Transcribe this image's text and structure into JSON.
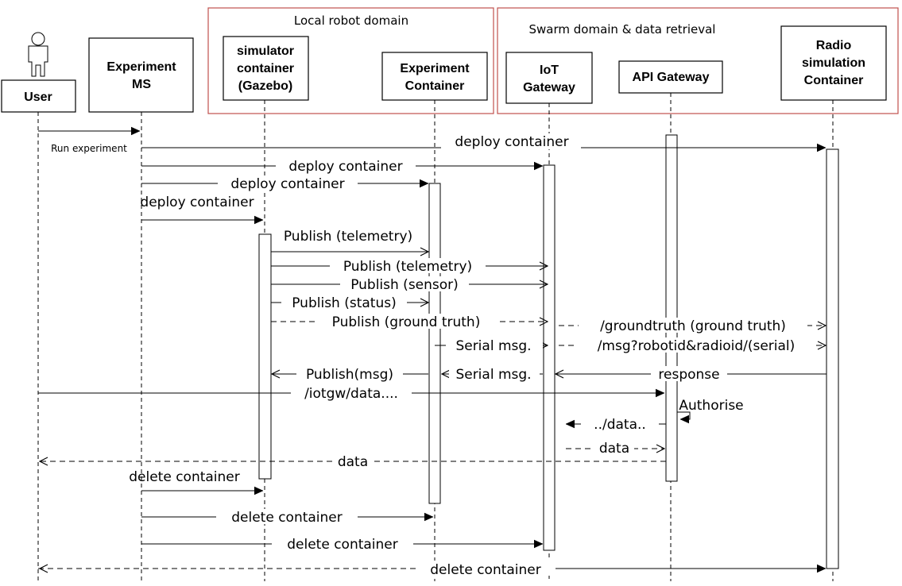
{
  "domains": {
    "local": "Local robot domain",
    "swarm": "Swarm domain & data retrieval"
  },
  "participants": {
    "user": "User",
    "experiment_ms": [
      "Experiment",
      "MS"
    ],
    "simulator": [
      "simulator",
      "container",
      "(Gazebo)"
    ],
    "experiment_container": [
      "Experiment",
      "Container"
    ],
    "iot_gateway": [
      "IoT",
      "Gateway"
    ],
    "api_gateway": [
      "API Gateway"
    ],
    "radio": [
      "Radio",
      "simulation",
      "Container"
    ]
  },
  "messages": {
    "run_experiment": "Run experiment",
    "deploy_radio": "deploy container",
    "deploy_iot": "deploy container",
    "deploy_exp": "deploy container",
    "deploy_sim": "deploy container",
    "pub_telemetry_1": "Publish (telemetry)",
    "pub_telemetry_2": "Publish (telemetry)",
    "pub_sensor": "Publish (sensor)",
    "pub_status": "Publish (status)",
    "pub_ground_truth": "Publish (ground truth)",
    "groundtruth_api": "/groundtruth (ground truth)",
    "serial_msg_1": "Serial msg.",
    "msg_robotid": "/msg?robotid&radioid/(serial)",
    "publish_msg": "Publish(msg)",
    "serial_msg_2": "Serial msg.",
    "response": "response",
    "iotgw_data": "/iotgw/data....",
    "authorise": "Authorise",
    "data_req": "../data..",
    "data_resp": "data",
    "data_to_user": "data",
    "delete_sim": "delete container",
    "delete_exp": "delete container",
    "delete_iot": "delete container",
    "delete_radio": "delete container"
  }
}
